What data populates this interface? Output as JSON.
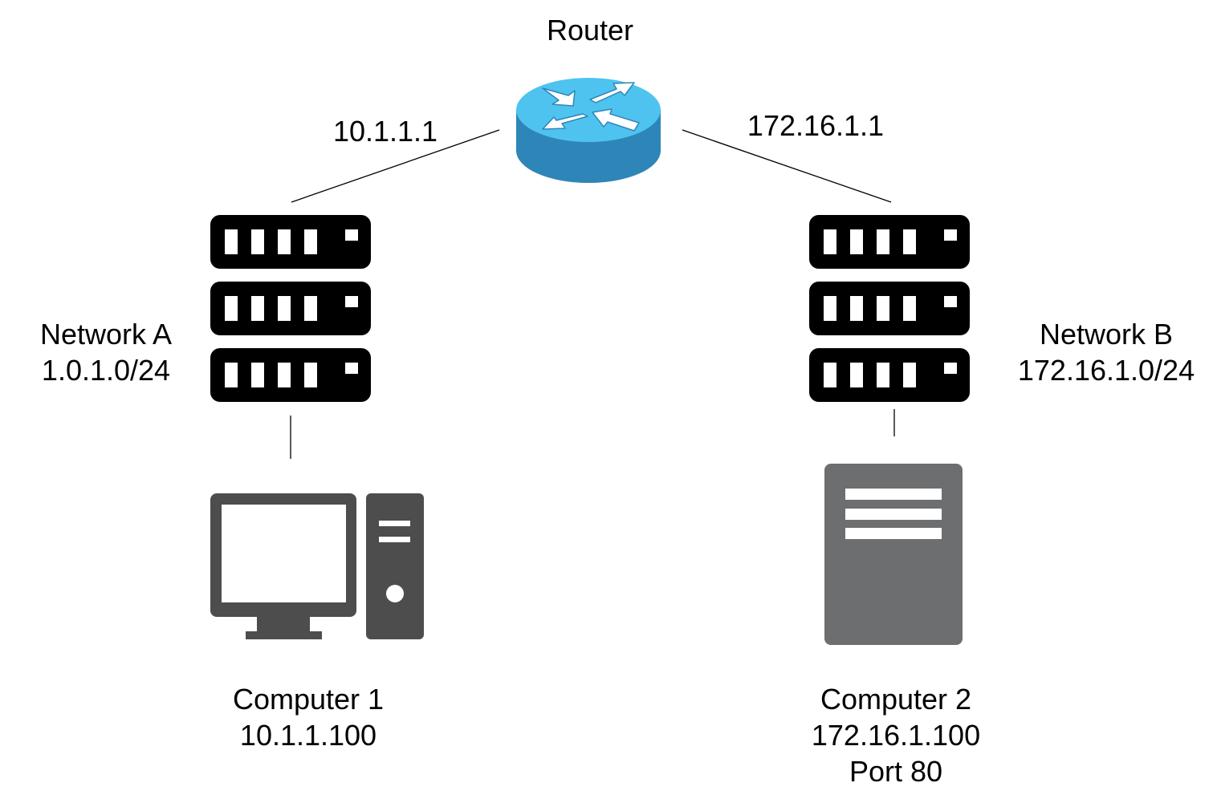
{
  "router": {
    "label": "Router"
  },
  "links": {
    "router_a_ip": "10.1.1.1",
    "router_b_ip": "172.16.1.1"
  },
  "network_a": {
    "name": "Network A",
    "subnet": "1.0.1.0/24"
  },
  "network_b": {
    "name": "Network B",
    "subnet": "172.16.1.0/24"
  },
  "computer_1": {
    "name": "Computer 1",
    "ip": "10.1.1.100"
  },
  "computer_2": {
    "name": "Computer 2",
    "ip": "172.16.1.100",
    "port": "Port 80"
  },
  "colors": {
    "router_top": "#4fc3f0",
    "router_side": "#2e86b8",
    "switch": "#000000",
    "computer": "#4d4d4d",
    "server": "#6d6e70",
    "line": "#000000"
  },
  "icons": {
    "router": "router-icon",
    "switch": "switch-stack-icon",
    "desktop": "desktop-computer-icon",
    "server": "server-icon"
  }
}
